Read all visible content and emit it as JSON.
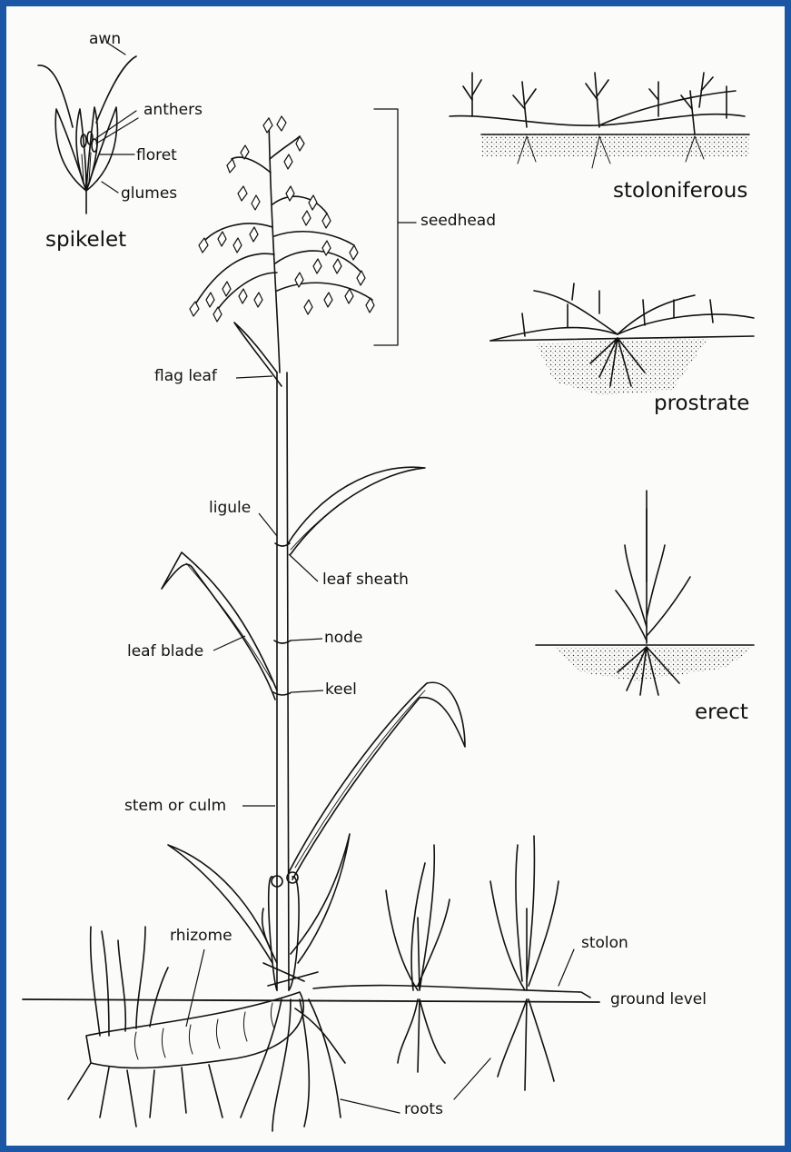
{
  "labels": {
    "awn": "awn",
    "anthers": "anthers",
    "floret": "floret",
    "glumes": "glumes",
    "spikelet": "spikelet",
    "seedhead": "seedhead",
    "stoloniferous": "stoloniferous",
    "prostrate": "prostrate",
    "erect": "erect",
    "flag_leaf": "flag leaf",
    "ligule": "ligule",
    "leaf_sheath": "leaf sheath",
    "node": "node",
    "leaf_blade": "leaf blade",
    "keel": "keel",
    "stem_or_culm": "stem or culm",
    "rhizome": "rhizome",
    "stolon": "stolon",
    "ground_level": "ground level",
    "roots": "roots"
  },
  "colors": {
    "border": "#1c57a5",
    "ink": "#111111",
    "background": "#fbfbf9"
  }
}
